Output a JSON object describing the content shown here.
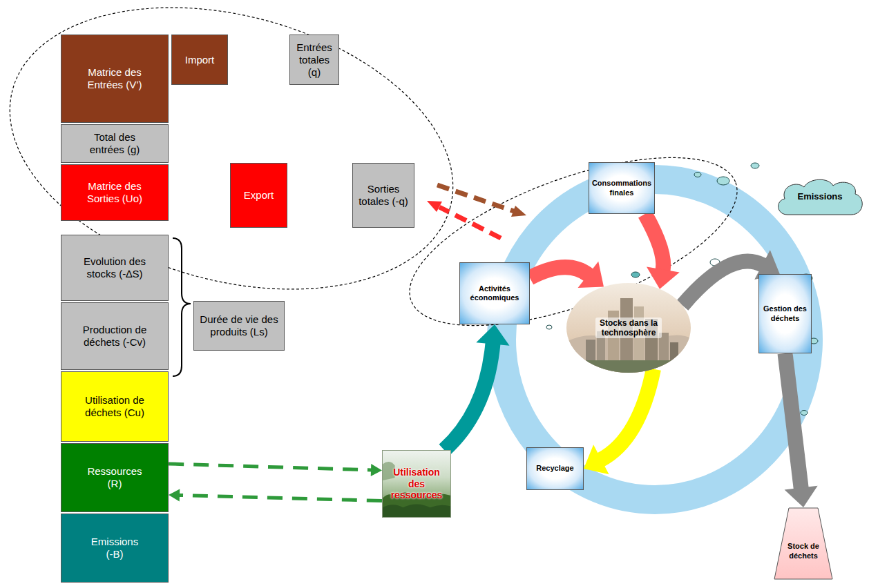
{
  "diagram": {
    "nodes": [
      {
        "text": [
          "Matrice des Entrées (V’)"
        ]
      },
      {
        "text": [
          "Import"
        ]
      },
      {
        "text": [
          "Entrées totales (q)"
        ]
      },
      {
        "text": [
          "Total des entrées (g)"
        ]
      },
      {
        "text": [
          "Matrice des Sorties (Uo)"
        ]
      },
      {
        "text": [
          "Export"
        ]
      },
      {
        "text": [
          "Sorties totales (-q)"
        ]
      },
      {
        "text": [
          "Evolution des stocks (-∆S)"
        ]
      },
      {
        "text": [
          "Production de déchets (-Cv)"
        ]
      },
      {
        "text": [
          "Durée de vie des produits (Ls)"
        ]
      },
      {
        "text": [
          "Utilisation de déchets (Cu)"
        ]
      },
      {
        "text": [
          "Ressources (R)"
        ]
      },
      {
        "text": [
          "Emissions (-B)"
        ]
      },
      {
        "text": [
          "Utilisation des ressources"
        ]
      },
      {
        "text": [
          "Activités économiques"
        ]
      },
      {
        "text": [
          "Consommations finales"
        ]
      },
      {
        "text": [
          "Stocks dans la technosphère"
        ]
      },
      {
        "text": [
          "Gestion des déchets"
        ]
      },
      {
        "text": [
          "Recyclage"
        ]
      },
      {
        "text": [
          "Stock de déchets"
        ]
      },
      {
        "text": [
          "Emissions"
        ]
      }
    ],
    "edges": [
      {
        "from": 11,
        "to": 13,
        "arrow": "to"
      },
      {
        "from": 13,
        "to": 11,
        "arrow": "to"
      },
      {
        "from": 13,
        "to": 14,
        "arrow": "to"
      },
      {
        "from": 14,
        "to": 16,
        "arrow": "to"
      },
      {
        "from": 15,
        "to": 16,
        "arrow": "to"
      },
      {
        "from": 16,
        "to": 17,
        "arrow": "to"
      },
      {
        "from": 17,
        "to": 19,
        "arrow": "to"
      },
      {
        "from": 16,
        "to": 18,
        "arrow": "to"
      }
    ]
  }
}
